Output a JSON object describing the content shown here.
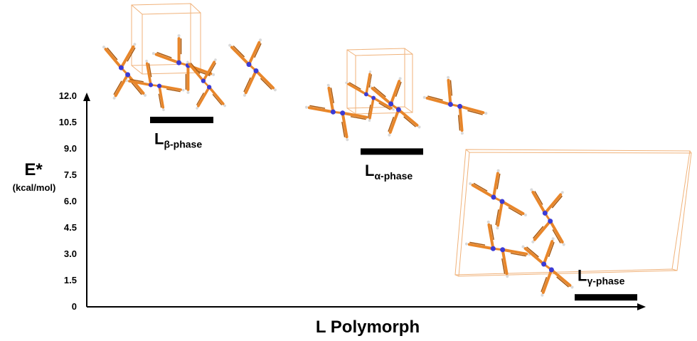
{
  "chart_data": {
    "type": "bar",
    "xlabel": "L Polymorph",
    "ylabel": "E*",
    "ylabel_unit": "(kcal/mol)",
    "yticks": [
      "0",
      "1.5",
      "3.0",
      "4.5",
      "6.0",
      "7.5",
      "9.0",
      "10.5",
      "12.0"
    ],
    "ylim": [
      0,
      12.0
    ],
    "series": [
      {
        "label": "L",
        "subscript": "β-phase",
        "value": 10.6
      },
      {
        "label": "L",
        "subscript": "α-phase",
        "value": 8.8
      },
      {
        "label": "L",
        "subscript": "γ-phase",
        "value": 0.5
      }
    ]
  },
  "colors": {
    "axis": "#000000",
    "level_bar": "#000000",
    "bond": "#e8862a",
    "bond_dark": "#a85a12",
    "nitrogen": "#3b3bd6",
    "hydrogen": "#d9d9d9",
    "cell": "#f0b27a"
  }
}
